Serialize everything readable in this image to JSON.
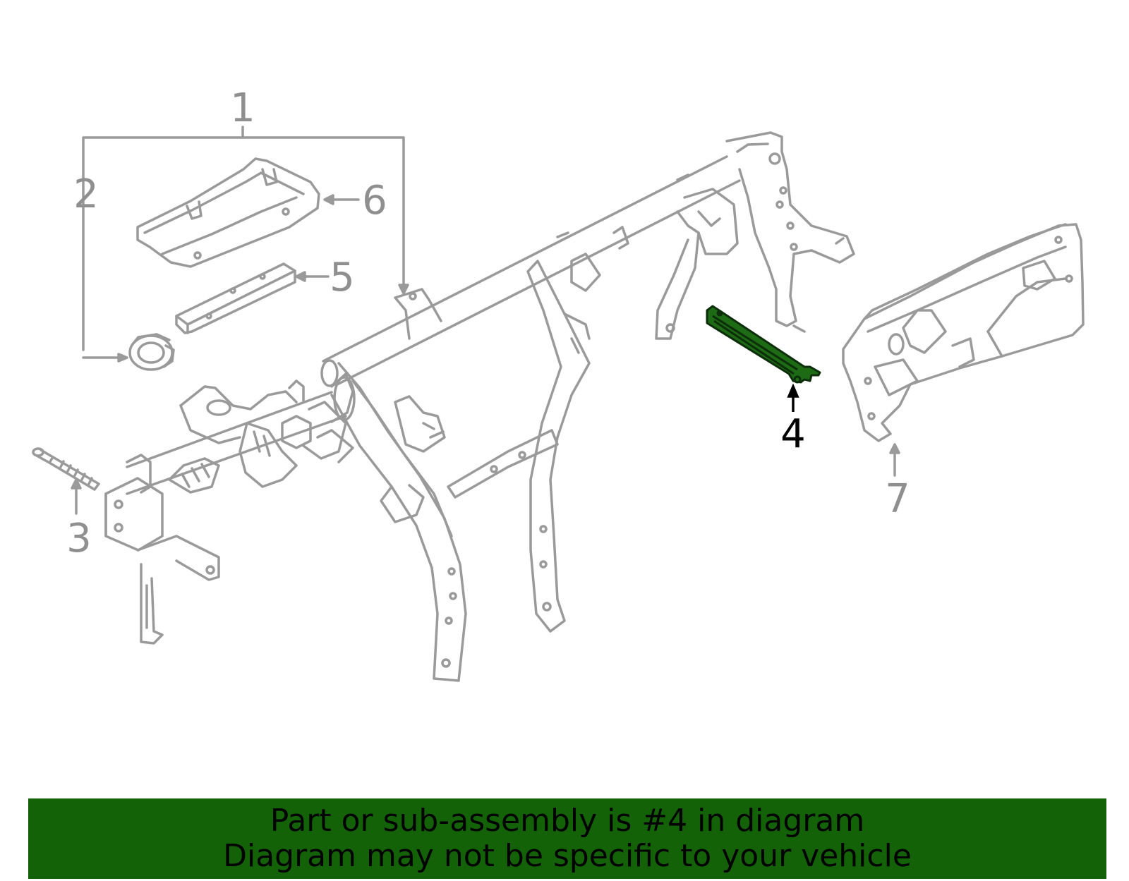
{
  "colors": {
    "part_line": "#9a9a9a",
    "highlight_fill": "#1d6b14",
    "highlight_line": "#0d2e0a",
    "banner_bg": "#136208",
    "banner_text": "#000000",
    "callout_gray": "#8f8f8f",
    "callout_active": "#000000"
  },
  "callouts": {
    "c1": "1",
    "c2": "2",
    "c3": "3",
    "c4": "4",
    "c5": "5",
    "c6": "6",
    "c7": "7"
  },
  "highlighted_part": "4",
  "banner": {
    "line1": "Part or sub-assembly is #4 in diagram",
    "line2": "Diagram may not be specific to your vehicle"
  }
}
